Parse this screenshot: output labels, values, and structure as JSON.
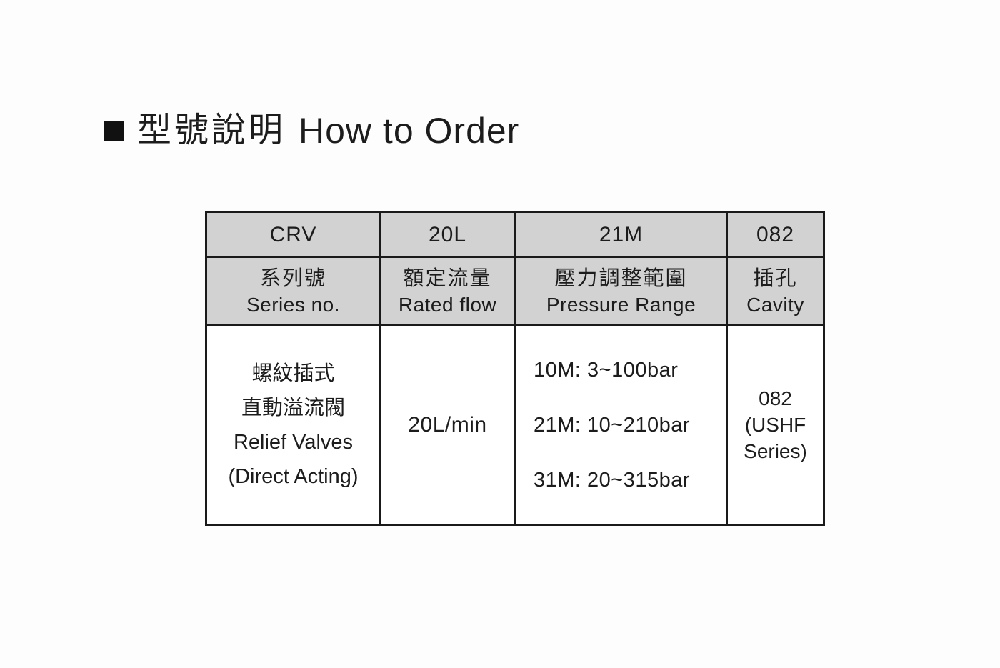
{
  "title": {
    "cjk": "型號說明",
    "en": "How to Order"
  },
  "table": {
    "model_code": {
      "series": "CRV",
      "flow": "20L",
      "pressure": "21M",
      "cavity": "082"
    },
    "headers": {
      "series": {
        "cjk": "系列號",
        "en": "Series no."
      },
      "flow": {
        "cjk": "額定流量",
        "en": "Rated flow"
      },
      "pressure": {
        "cjk": "壓力調整範圍",
        "en": "Pressure Range"
      },
      "cavity": {
        "cjk": "插孔",
        "en": "Cavity"
      }
    },
    "details": {
      "series_lines": [
        "螺紋插式",
        "直動溢流閥",
        "Relief Valves",
        "(Direct Acting)"
      ],
      "flow": "20L/min",
      "pressure_options": [
        "10M: 3~100bar",
        "21M: 10~210bar",
        "31M: 20~315bar"
      ],
      "cavity_lines": [
        "082",
        "(USHF",
        "Series)"
      ]
    }
  },
  "colors": {
    "header_background": "#d2d2d2",
    "border": "#1a1a1a",
    "text": "#1c1c1c",
    "page_background": "#fdfdfd"
  }
}
